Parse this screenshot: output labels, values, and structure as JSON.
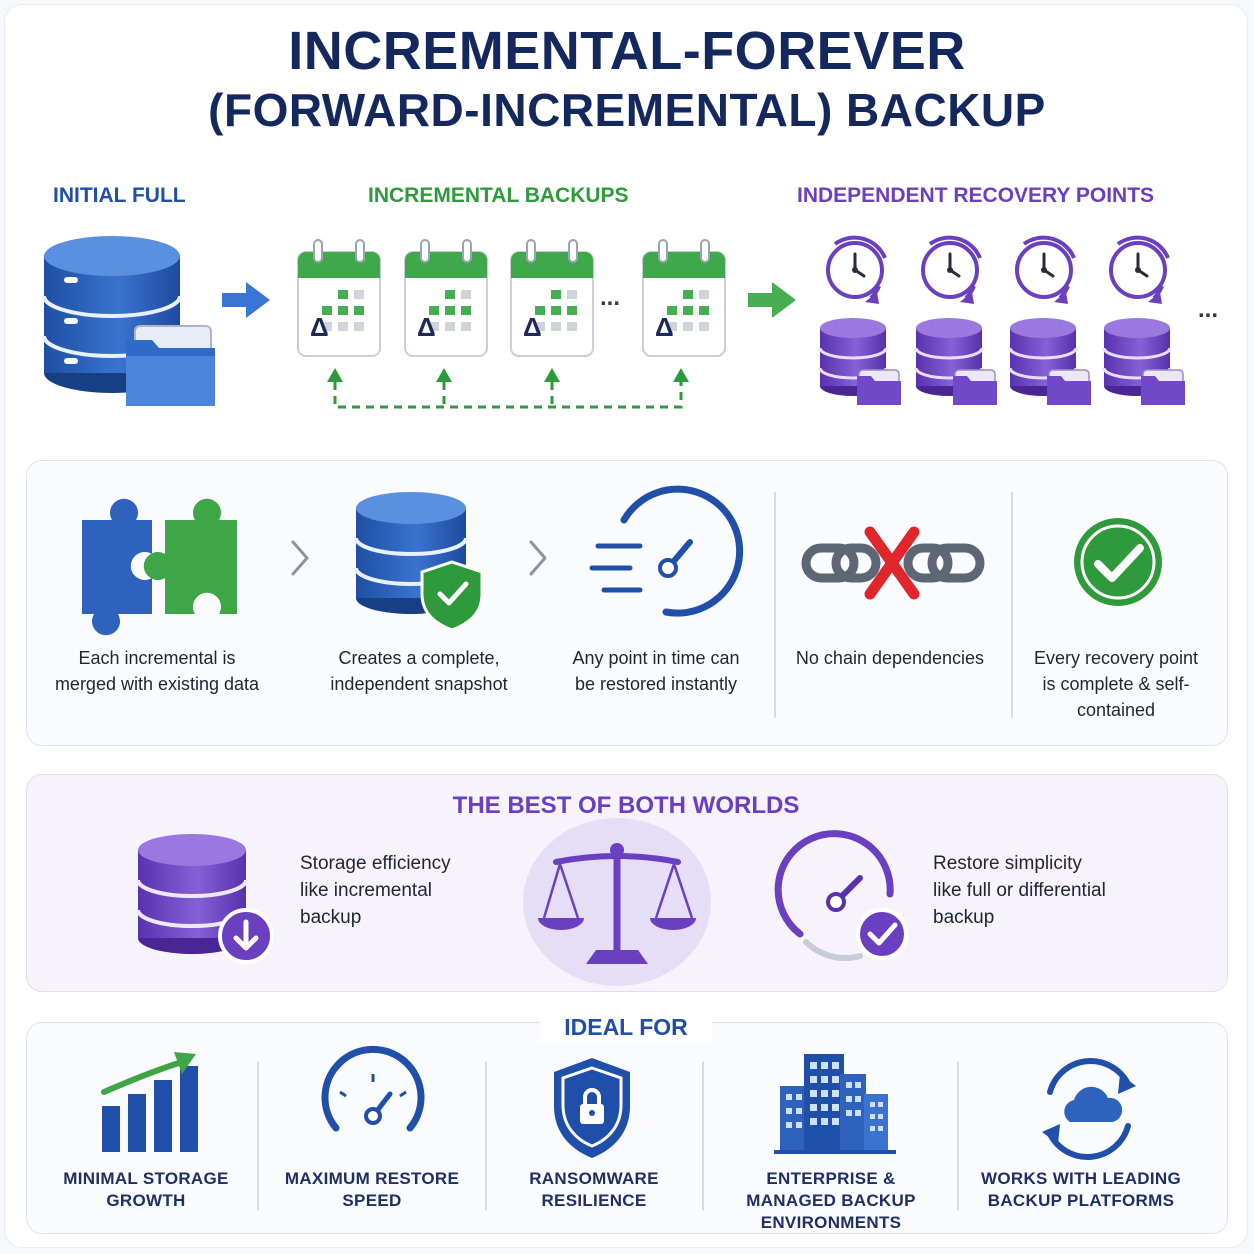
{
  "title": {
    "line1": "INCREMENTAL-FOREVER",
    "line2": "(FORWARD-INCREMENTAL) BACKUP"
  },
  "flow": {
    "initial_full": "INITIAL FULL",
    "incremental_backups": "INCREMENTAL BACKUPS",
    "recovery_points": "INDEPENDENT RECOVERY POINTS",
    "delta_symbol": "Δ",
    "ellipsis": "..."
  },
  "steps": [
    {
      "text": "Each incremental is merged with existing data",
      "icon": "puzzle-icon"
    },
    {
      "text": "Creates a complete, independent snapshot",
      "icon": "database-shield-icon"
    },
    {
      "text": "Any point in time can be restored instantly",
      "icon": "speedometer-icon"
    },
    {
      "text": "No chain dependencies",
      "icon": "broken-chain-icon"
    },
    {
      "text": "Every recovery point is complete & self-contained",
      "icon": "check-circle-icon"
    }
  ],
  "best": {
    "title": "THE BEST OF BOTH WORLDS",
    "left_text": "Storage efficiency like incremental backup",
    "right_text": "Restore simplicity like full or differential backup"
  },
  "ideal": {
    "title": "IDEAL FOR",
    "items": [
      {
        "label": "MINIMAL STORAGE GROWTH",
        "icon": "growth-chart-icon"
      },
      {
        "label": "MAXIMUM RESTORE SPEED",
        "icon": "gauge-icon"
      },
      {
        "label": "RANSOMWARE RESILIENCE",
        "icon": "shield-lock-icon"
      },
      {
        "label": "ENTERPRISE & MANAGED BACKUP ENVIRONMENTS",
        "icon": "buildings-icon"
      },
      {
        "label": "WORKS WITH LEADING BACKUP PLATFORMS",
        "icon": "cloud-sync-icon"
      }
    ]
  },
  "colors": {
    "navy": "#14285e",
    "blue": "#2f5fb8",
    "green": "#2e9a3c",
    "purple": "#6a3fc0",
    "red": "#e0262b"
  }
}
